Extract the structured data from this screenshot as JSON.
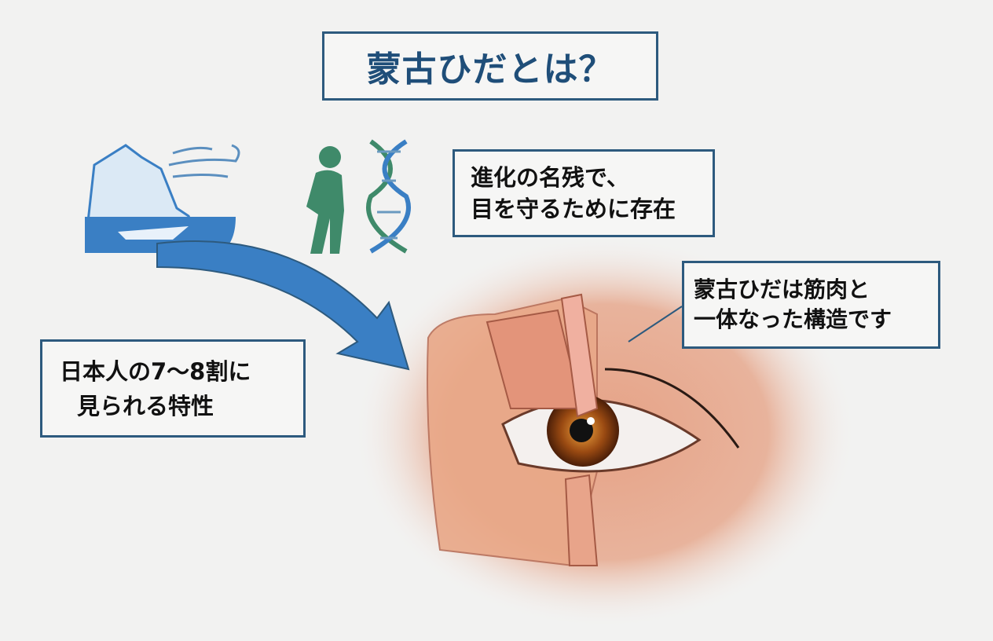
{
  "title": "蒙古ひだとは？",
  "evolution_note": {
    "line1": "進化の名残で、",
    "line2": "目を守るために存在"
  },
  "structure_note": {
    "line1": "蒙古ひだは筋肉と",
    "line2": "一体なった構造です"
  },
  "prevalence_note": {
    "line1": "日本人の7〜8割に",
    "line2": "見られる特性"
  },
  "colors": {
    "accent": "#1f4e79",
    "arrow": "#3a7fc4",
    "human": "#3f8a6a"
  }
}
